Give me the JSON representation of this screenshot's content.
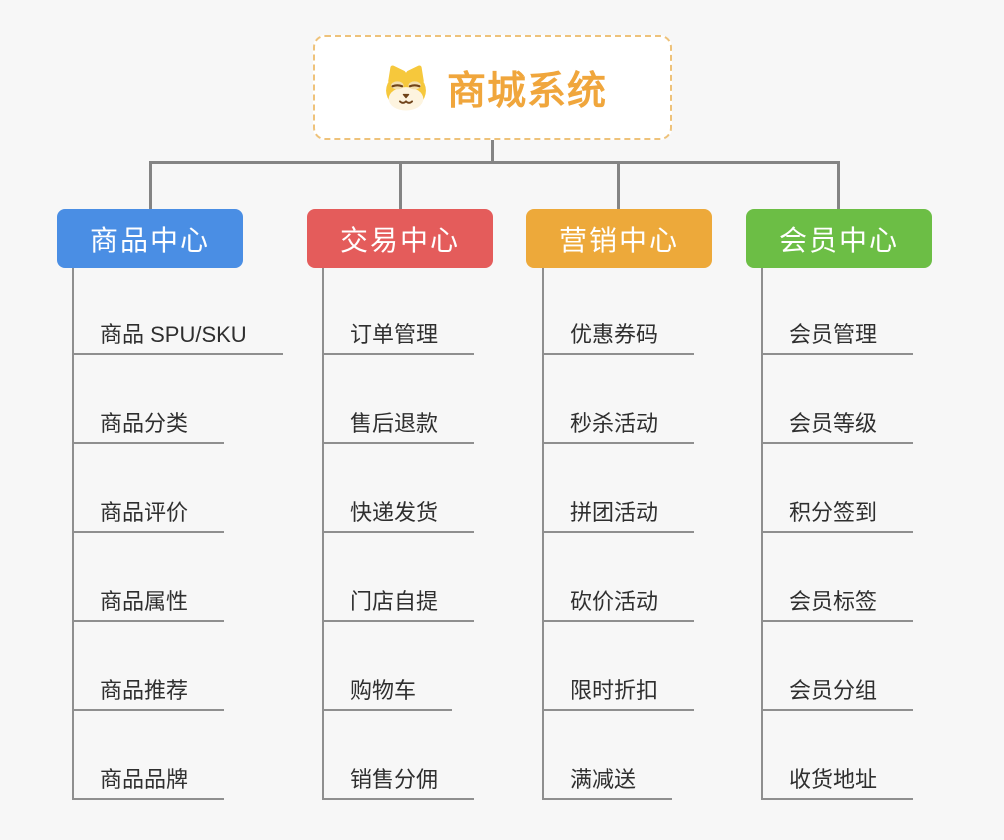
{
  "root": {
    "title": "商城系统",
    "icon": "doge-icon"
  },
  "branches": [
    {
      "label": "商品中心",
      "color": "#4a8ee4",
      "children": [
        "商品 SPU/SKU",
        "商品分类",
        "商品评价",
        "商品属性",
        "商品推荐",
        "商品品牌"
      ]
    },
    {
      "label": "交易中心",
      "color": "#e45c5b",
      "children": [
        "订单管理",
        "售后退款",
        "快递发货",
        "门店自提",
        "购物车",
        "销售分佣"
      ]
    },
    {
      "label": "营销中心",
      "color": "#eda93a",
      "children": [
        "优惠券码",
        "秒杀活动",
        "拼团活动",
        "砍价活动",
        "限时折扣",
        "满减送"
      ]
    },
    {
      "label": "会员中心",
      "color": "#6cbe45",
      "children": [
        "会员管理",
        "会员等级",
        "积分签到",
        "会员标签",
        "会员分组",
        "收货地址"
      ]
    }
  ],
  "colors": {
    "background": "#f7f7f7",
    "connector": "#848484",
    "underline": "#8f8f8f",
    "leaf_text": "#2f2f2f",
    "root_text": "#f0a63c",
    "root_border": "#eec27a"
  }
}
